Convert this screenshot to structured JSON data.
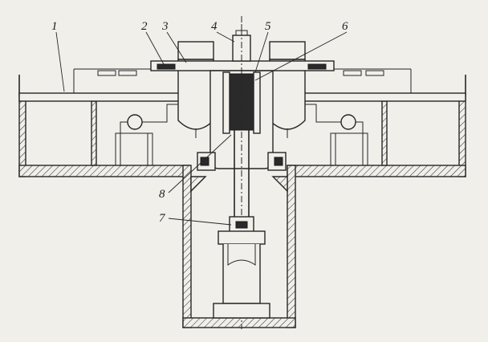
{
  "callouts": [
    {
      "id": "1",
      "text": "1"
    },
    {
      "id": "2",
      "text": "2"
    },
    {
      "id": "3",
      "text": "3"
    },
    {
      "id": "4",
      "text": "4"
    },
    {
      "id": "5",
      "text": "5"
    },
    {
      "id": "6",
      "text": "6"
    },
    {
      "id": "7",
      "text": "7"
    },
    {
      "id": "8",
      "text": "8"
    }
  ],
  "colors": {
    "ink": "#262626",
    "paper": "#f1efea"
  }
}
